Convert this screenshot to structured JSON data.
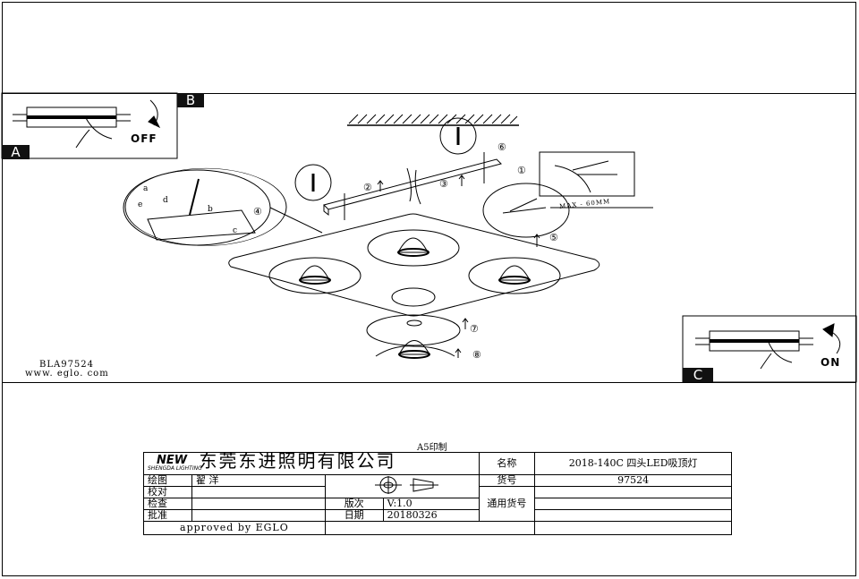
{
  "panels": {
    "a_label": "A",
    "b_label": "B",
    "c_label": "C",
    "off_text": "OFF",
    "on_text": "ON"
  },
  "drawing": {
    "steps": [
      "①",
      "②",
      "③",
      "④",
      "⑤",
      "⑥",
      "⑦",
      "⑧"
    ],
    "detail_letters": [
      "a",
      "b",
      "c",
      "d",
      "e"
    ],
    "max_label": "MAX - 60MM",
    "model_code": "BLA97524",
    "website": "www. eglo. com"
  },
  "title_block": {
    "print_note": "A5印制",
    "logo_text": "NEW",
    "logo_sub": "SHENGDA LIGHTING",
    "company": "东莞东进照明有限公司",
    "name_label": "名称",
    "name_value": "2018-140C 四头LED吸顶灯",
    "drawn_label": "绘图",
    "drawn_value": "翟 洋",
    "item_label": "货号",
    "item_value": "97524",
    "check_label": "校对",
    "common_label": "通用货号",
    "inspect_label": "检查",
    "version_label": "版次",
    "version_value": "V:1.0",
    "approve_label": "批准",
    "date_label": "日期",
    "date_value": "20180326",
    "approved_by": "approved by EGLO"
  }
}
